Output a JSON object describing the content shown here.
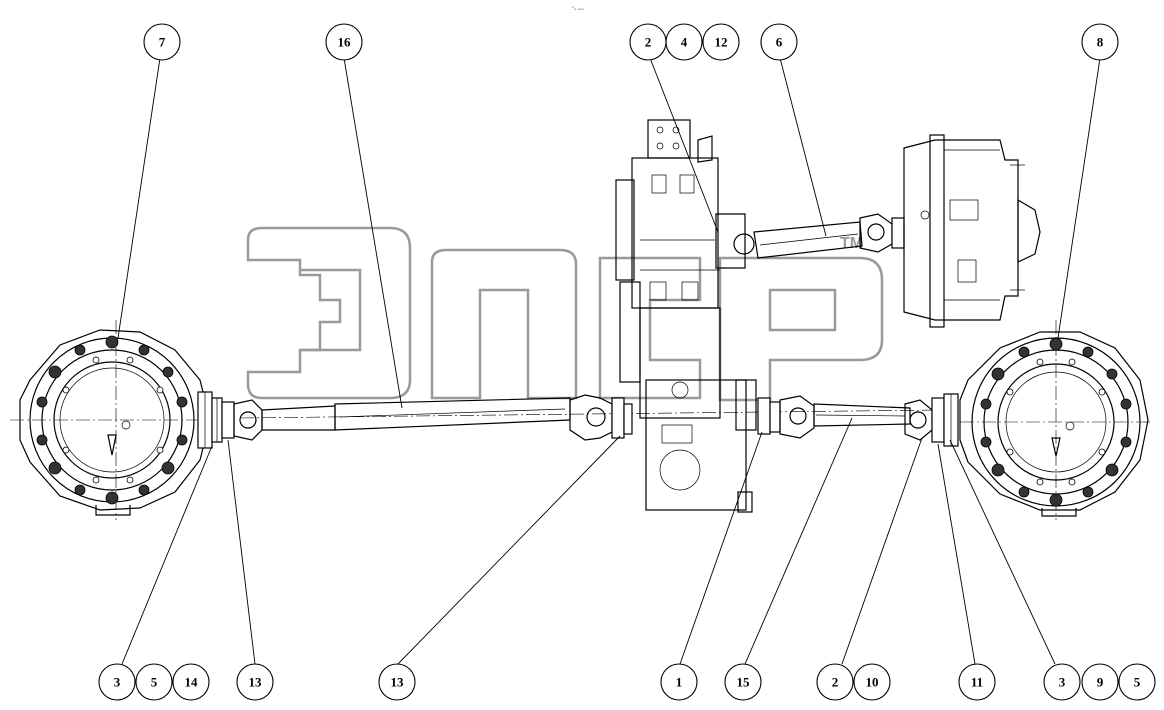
{
  "diagram": {
    "top_mark": "ᵒₒ ₒₒₒ",
    "watermark": {
      "logo": "ЭПСР",
      "tm": "TM"
    },
    "callouts": [
      {
        "id": "c7",
        "label": "7"
      },
      {
        "id": "c16",
        "label": "16"
      },
      {
        "id": "c2a",
        "label": "2"
      },
      {
        "id": "c4",
        "label": "4"
      },
      {
        "id": "c12",
        "label": "12"
      },
      {
        "id": "c6",
        "label": "6"
      },
      {
        "id": "c8",
        "label": "8"
      },
      {
        "id": "c3a",
        "label": "3"
      },
      {
        "id": "c5a",
        "label": "5"
      },
      {
        "id": "c14",
        "label": "14"
      },
      {
        "id": "c13a",
        "label": "13"
      },
      {
        "id": "c13b",
        "label": "13"
      },
      {
        "id": "c1",
        "label": "1"
      },
      {
        "id": "c15",
        "label": "15"
      },
      {
        "id": "c2b",
        "label": "2"
      },
      {
        "id": "c10",
        "label": "10"
      },
      {
        "id": "c11",
        "label": "11"
      },
      {
        "id": "c3b",
        "label": "3"
      },
      {
        "id": "c9",
        "label": "9"
      },
      {
        "id": "c5b",
        "label": "5"
      }
    ],
    "colors": {
      "line": "#000000",
      "background": "#ffffff",
      "watermark": "#9a9a9a"
    }
  }
}
